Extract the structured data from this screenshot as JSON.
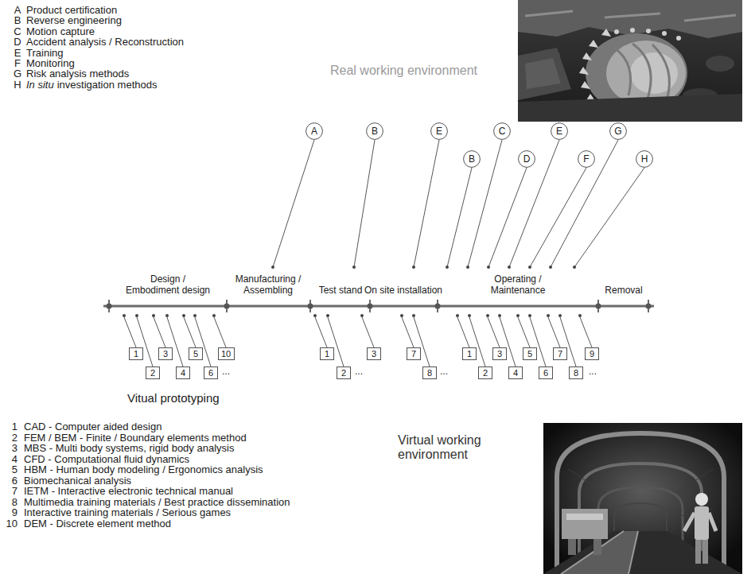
{
  "diagram": {
    "nodes": [
      {
        "text": [
          "A"
        ]
      },
      {
        "text": [
          "B"
        ]
      },
      {
        "text": [
          "E"
        ]
      },
      {
        "text": [
          "C"
        ]
      },
      {
        "text": [
          "E"
        ]
      },
      {
        "text": [
          "G"
        ]
      },
      {
        "text": [
          "B"
        ]
      },
      {
        "text": [
          "D"
        ]
      },
      {
        "text": [
          "F"
        ]
      },
      {
        "text": [
          "H"
        ]
      },
      {
        "text": [
          "1"
        ]
      },
      {
        "text": [
          "2"
        ]
      },
      {
        "text": [
          "3"
        ]
      },
      {
        "text": [
          "4"
        ]
      },
      {
        "text": [
          "5"
        ]
      },
      {
        "text": [
          "6"
        ]
      },
      {
        "text": [
          "10"
        ]
      },
      {
        "text": [
          "1"
        ]
      },
      {
        "text": [
          "2"
        ]
      },
      {
        "text": [
          "3"
        ]
      },
      {
        "text": [
          "7"
        ]
      },
      {
        "text": [
          "8"
        ]
      },
      {
        "text": [
          "1"
        ]
      },
      {
        "text": [
          "2"
        ]
      },
      {
        "text": [
          "3"
        ]
      },
      {
        "text": [
          "4"
        ]
      },
      {
        "text": [
          "5"
        ]
      },
      {
        "text": [
          "6"
        ]
      },
      {
        "text": [
          "7"
        ]
      },
      {
        "text": [
          "8"
        ]
      },
      {
        "text": [
          "9"
        ]
      }
    ],
    "labels": [
      "A",
      "Product certification",
      "B",
      "Reverse engineering",
      "C",
      "Motion capture",
      "D",
      "Accident analysis / Reconstruction",
      "E",
      "Training",
      "F",
      "Monitoring",
      "G",
      "Risk analysis methods",
      "H",
      "In situ",
      "investigation methods",
      "Real working environment",
      "Design / Embodiment design",
      "Manufacturing / Assembling",
      "Test stand",
      "On site installation",
      "Operating / Maintenance",
      "Removal",
      "...",
      "...",
      "...",
      "...",
      "Vitual prototyping",
      "1",
      "CAD - Computer aided design",
      "2",
      "FEM / BEM - Finite / Boundary elements method",
      "3",
      "MBS - Multi body systems, rigid body analysis",
      "4",
      "CFD - Computational fluid dynamics",
      "5",
      "HBM - Human body modeling / Ergonomics analysis",
      "6",
      "Biomechanical analysis",
      "7",
      "IETM - Interactive electronic technical manual",
      "8",
      "Multimedia training materials / Best practice dissemination",
      "9",
      "Interactive training materials / Serious games",
      "10",
      "DEM - Discrete element method",
      "Virtual working environment"
    ]
  }
}
